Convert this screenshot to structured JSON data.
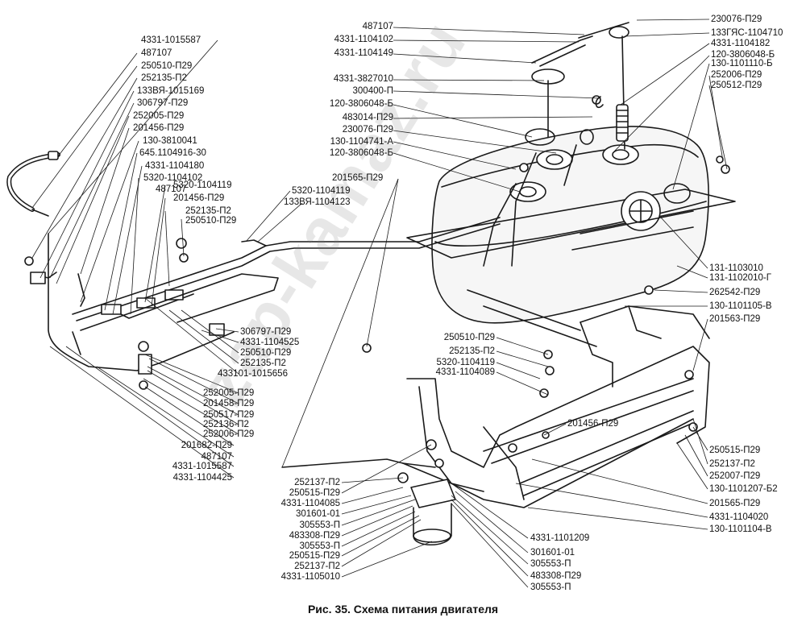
{
  "caption": "Рис. 35. Схема питания двигателя",
  "watermark": "zap-kamaz.ru",
  "labels_left": [
    "4331-1015587",
    "487107",
    "250510-П29",
    "252135-П2",
    "133ВЯ-1015169",
    "306797-П29",
    "252005-П29",
    "201456-П29",
    "130-3810041",
    "645.1104916-30",
    "4331-1104180",
    "5320-1104102",
    "487107"
  ],
  "labels_left_mid": [
    "5320-1104119",
    "201456-П29",
    "252135-П2",
    "250510-П29"
  ],
  "labels_center_top": [
    "5320-1104119",
    "133ВЯ-1104123"
  ],
  "label_201565": "201565-П29",
  "labels_top_center": [
    "487107",
    "4331-1104102",
    "4331-1104149",
    "4331-3827010",
    "300400-П",
    "120-3806048-Б",
    "483014-П29",
    "230076-П29",
    "130-1104741-А",
    "120-3806048-Б"
  ],
  "labels_right_top": [
    "230076-П29",
    "133ГЯС-1104710",
    "4331-1104182",
    "120-3806048-Б",
    "130-1101110-Б",
    "252006-П29",
    "250512-П29"
  ],
  "labels_right_mid": [
    "131-1103010",
    "131-1102010-Г",
    "262542-П29",
    "130-1101105-В",
    "201563-П29"
  ],
  "labels_center_bottom_left": [
    "306797-П29",
    "4331-1104525",
    "250510-П29",
    "252135-П2",
    "433101-1015656",
    "252005-П29",
    "201458-П29",
    "250517-П29",
    "252136-П2",
    "252006-П29"
  ],
  "labels_left_bottom": [
    "201682-П29",
    "487107",
    "4331-1015587",
    "4331-1104425"
  ],
  "labels_center_right": [
    "250510-П29",
    "252135-П2",
    "5320-1104119",
    "4331-1104089"
  ],
  "label_201456_mid": "201456-П29",
  "labels_right_bottom": [
    "250515-П29",
    "252137-П2",
    "252007-П29",
    "130-1101207-Б2",
    "201565-П29",
    "4331-1104020",
    "130-1101104-В"
  ],
  "labels_filter_left": [
    "252137-П2",
    "250515-П29",
    "4331-1104085",
    "301601-01",
    "305553-П",
    "483308-П29",
    "305553-П",
    "250515-П29",
    "252137-П2",
    "4331-1105010"
  ],
  "labels_filter_right": [
    "4331-1101209",
    "301601-01",
    "305553-П",
    "483308-П29",
    "305553-П"
  ]
}
